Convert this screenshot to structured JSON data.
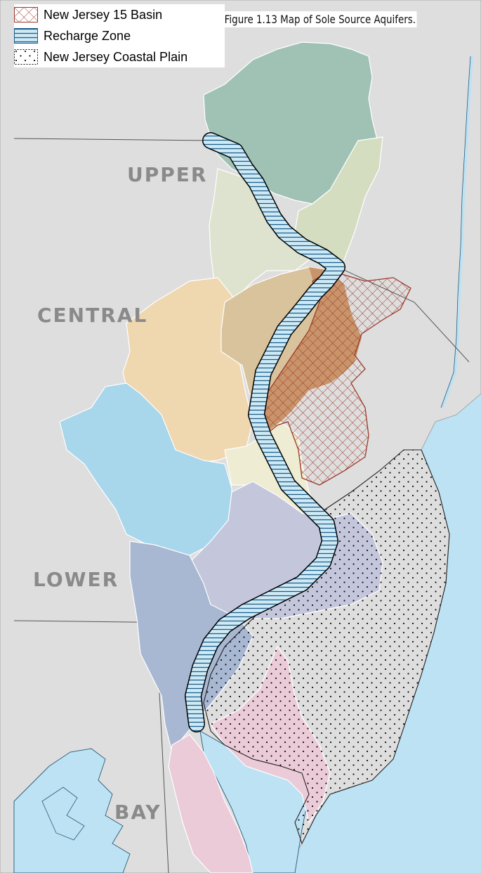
{
  "figure_title": "Figure 1.13 Map of Sole Source Aquifers.",
  "legend": [
    {
      "label": "New Jersey 15 Basin",
      "pattern": "crosshatch",
      "color": "#9b3a2a"
    },
    {
      "label": "Recharge Zone",
      "pattern": "horizontal-lines",
      "color": "#1f5f8b"
    },
    {
      "label": "New Jersey Coastal Plain",
      "pattern": "dots",
      "color": "#111111"
    }
  ],
  "regions": {
    "upper": "UPPER",
    "central": "CENTRAL",
    "lower": "LOWER",
    "bay": "BAY"
  },
  "colors": {
    "water": "#bde2f4",
    "land": "#dedede",
    "upper_basin": "#9fc2b5",
    "upper_lower": "#dde3cf",
    "central": "#efd7b0",
    "central_core": "#d9c39d",
    "lower_blue": "#a8d6ea",
    "lower_lavender": "#c4c6dc",
    "lower_slate": "#a8b7d2",
    "bay_pink": "#ebcbd8",
    "label_gray": "#8a8a8a"
  }
}
